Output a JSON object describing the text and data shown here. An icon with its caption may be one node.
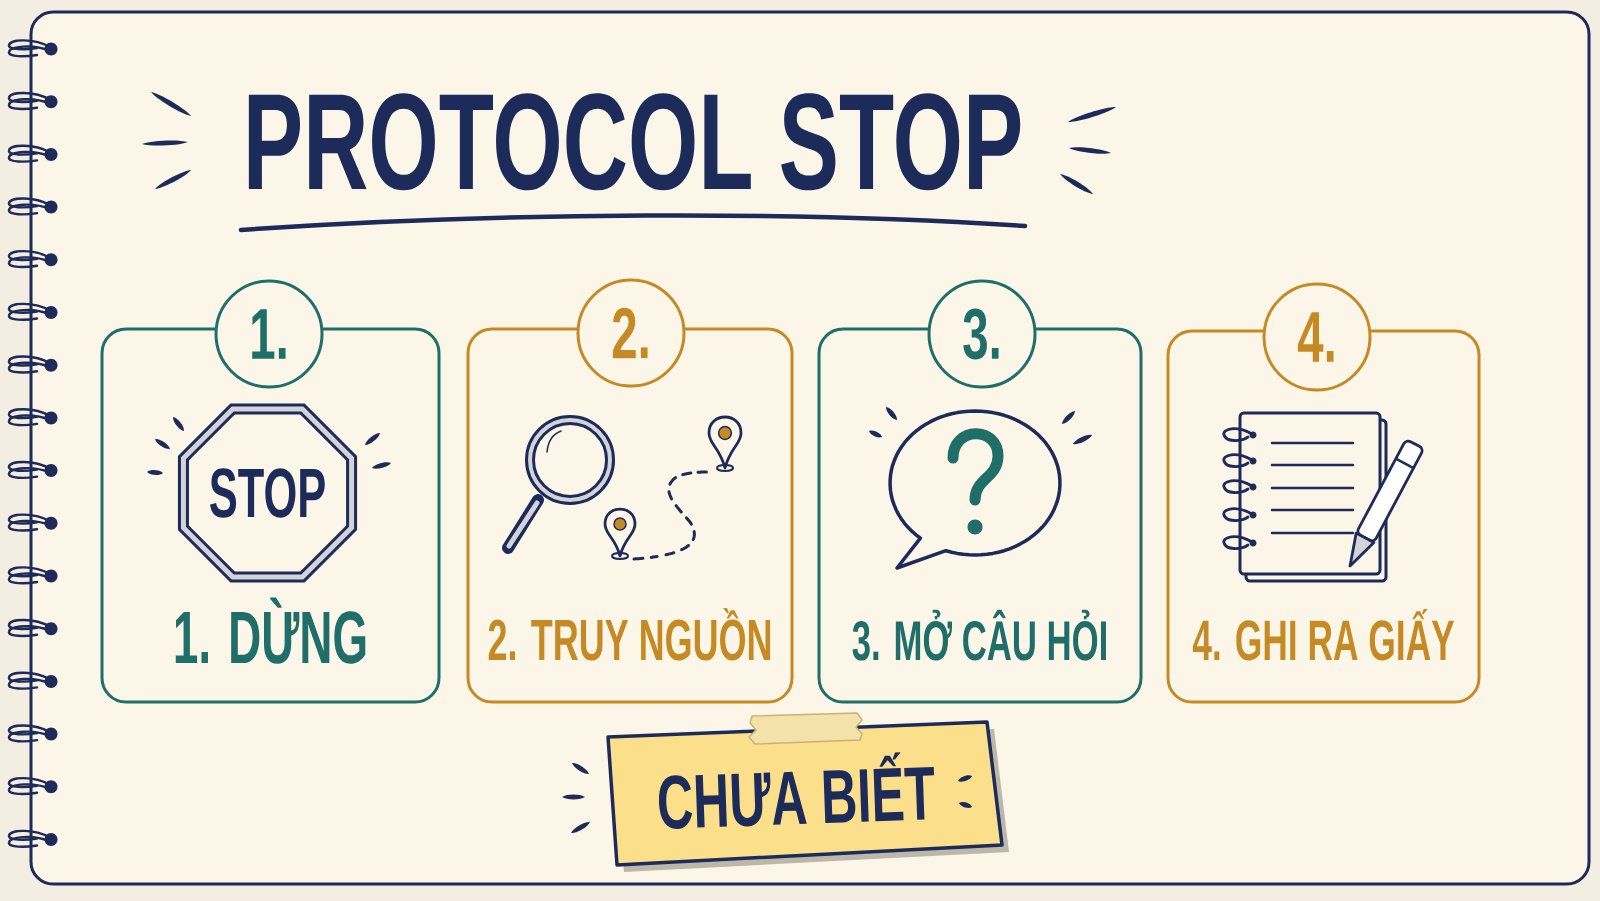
{
  "diagram": {
    "title": "PROTOCOL STOP",
    "nodes": [
      {
        "text": [
          "1."
        ]
      },
      {
        "text": [
          "1. DỪNG"
        ]
      },
      {
        "text": [
          "STOP"
        ],
        "in": 1
      },
      {
        "text": [
          "2."
        ]
      },
      {
        "text": [
          "2. TRUY NGUỒN"
        ]
      },
      {
        "text": [
          "3."
        ]
      },
      {
        "text": [
          "3. MỞ CÂU HỎI"
        ]
      },
      {
        "text": [
          "4."
        ]
      },
      {
        "text": [
          "4. GHI RA GIẤY"
        ]
      },
      {
        "text": [
          "CHƯA BIẾT"
        ]
      }
    ]
  }
}
